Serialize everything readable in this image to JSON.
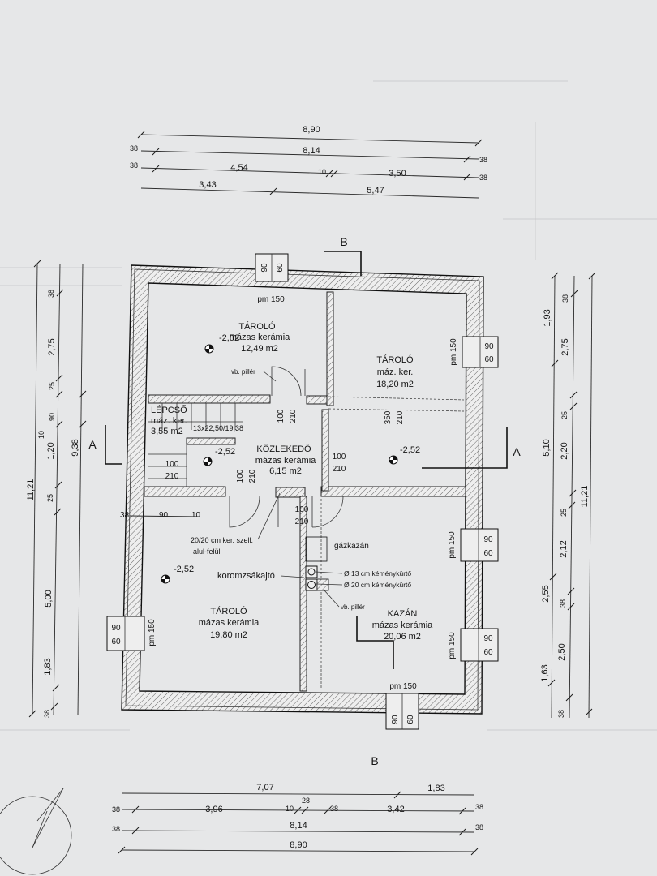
{
  "dimensions": {
    "top": {
      "overall": "8,90",
      "row2": {
        "left_end": "38",
        "middle": "8,14",
        "right_end": "38"
      },
      "row3": {
        "left_end": "38",
        "a": "4,54",
        "b": "10",
        "c": "3,50",
        "right_end": "38"
      },
      "row4": {
        "a": "3,43",
        "b": "5,47"
      }
    },
    "bottom": {
      "row1": {
        "a": "7,07",
        "b": "1,83"
      },
      "row2": {
        "left_end": "38",
        "a": "3,96",
        "b": "10",
        "c": "28",
        "d": "38",
        "e": "3,42",
        "right_end": "38"
      },
      "row3": {
        "left_end": "38",
        "middle": "8,14",
        "right_end": "38"
      },
      "overall": "8,90"
    },
    "left": {
      "overall": "11,21",
      "chain1": [
        "38",
        "2,75",
        "25",
        "10",
        "1,20",
        "25",
        "5,00",
        "1,83",
        "38"
      ],
      "chain2": [
        "90",
        "9,38"
      ]
    },
    "right": {
      "overall": "11,21",
      "chain1": [
        "38",
        "2,75",
        "25",
        "2,20",
        "25",
        "2,12",
        "38",
        "2,50",
        "38"
      ],
      "chain2": [
        "1,93",
        "5,10",
        "2,55",
        "1,63"
      ]
    }
  },
  "sections": {
    "a_left": "A",
    "a_right": "A",
    "b_top": "B",
    "b_bottom": "B"
  },
  "rooms": {
    "storage_1": {
      "name": "TÁROLÓ",
      "floor": "mázas kerámia",
      "area": "12,49 m2",
      "level": "-2,52"
    },
    "storage_2": {
      "name": "TÁROLÓ",
      "floor": "máz. ker.",
      "area": "18,20 m2",
      "level": "-2,52"
    },
    "stairs": {
      "name": "LÉPCSŐ",
      "floor": "máz. ker.",
      "area": "3,55 m2",
      "spec": "13x22,50/19,38"
    },
    "corridor": {
      "name": "KÖZLEKEDŐ",
      "floor": "mázas kerámia",
      "area": "6,15 m2",
      "level": "-2,52"
    },
    "storage_3": {
      "name": "TÁROLÓ",
      "floor": "mázas kerámia",
      "area": "19,80 m2",
      "level": "-2,52"
    },
    "boiler": {
      "name": "KAZÁN",
      "floor": "mázas kerámia",
      "area": "20,06 m2"
    }
  },
  "windows": {
    "w": "90",
    "h": "60",
    "sill": "pm 150"
  },
  "doors": {
    "d1": [
      "100",
      "210"
    ],
    "d2": [
      "350",
      "210"
    ],
    "d3": [
      "100",
      "210"
    ],
    "d4": [
      "100",
      "210"
    ],
    "d5": [
      "100",
      "210"
    ],
    "d6": [
      "100",
      "210"
    ]
  },
  "annotations": {
    "pillar_1": "vb. pillér",
    "pillar_2": "vb. pillér",
    "vent": "20/20 cm ker. szell.",
    "vent_2": "alul-felül",
    "soot_door": "koromzsákajtó",
    "gas_boiler": "gázkazán",
    "chimney_13": "Ø 13 cm kéménykürtő",
    "chimney_20": "Ø 20 cm kéménykürtő",
    "wall_dim_38": "38",
    "wall_dim_90": "90",
    "wall_dim_10": "10"
  },
  "colors": {
    "paper": "#e6e7e8",
    "ink": "#151515"
  }
}
